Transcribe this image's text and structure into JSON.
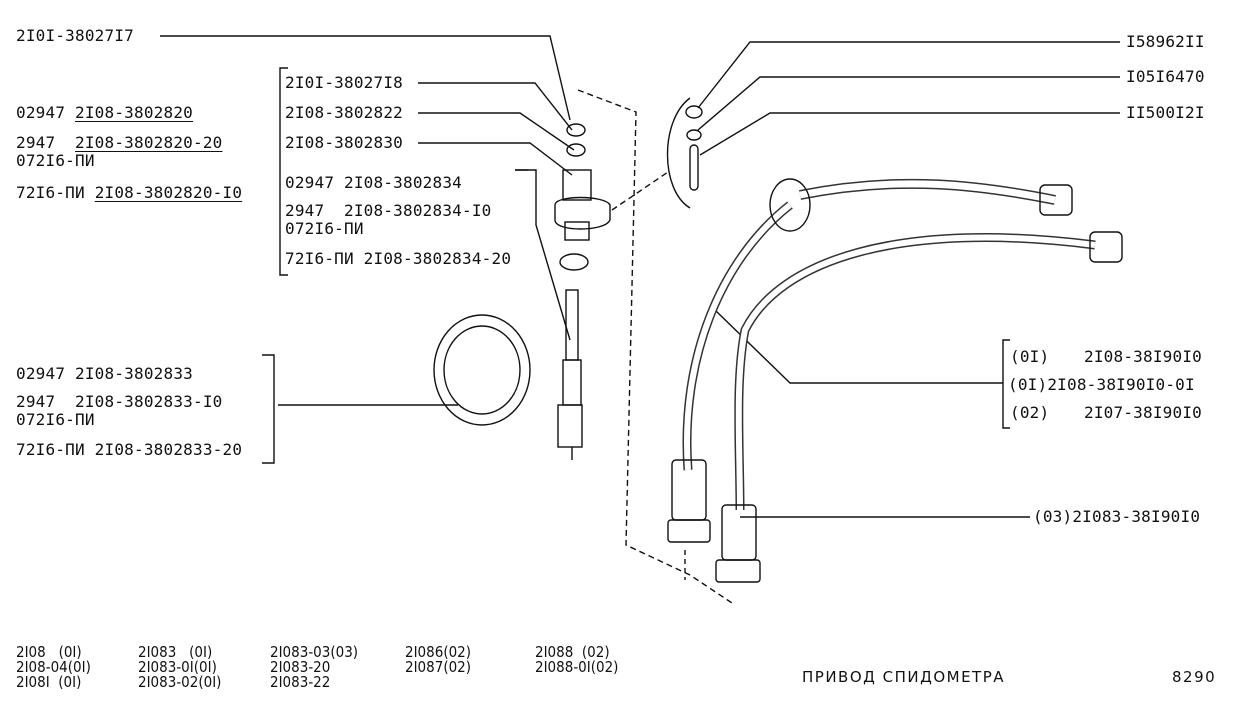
{
  "labels": {
    "l1": "2I0I-38027I7",
    "l2": "2I0I-38027I8",
    "l3": "2I08-3802822",
    "l4": "2I08-3802830",
    "l5a": "02947",
    "l5b": "2I08-3802820",
    "l6a": "2947",
    "l6b": "2I08-3802820-20",
    "l6c": "072I6-ПИ",
    "l7a": "72I6-ПИ",
    "l7b": "2I08-3802820-I0",
    "l8": "02947 2I08-3802834",
    "l9": "2947  2I08-3802834-I0",
    "l9b": "072I6-ПИ",
    "l10": "72I6-ПИ 2I08-3802834-20",
    "l11": "02947 2I08-3802833",
    "l12": "2947  2I08-3802833-I0",
    "l12b": "072I6-ПИ",
    "l13": "72I6-ПИ 2I08-3802833-20",
    "r1": "I58962II",
    "r2": "I05I6470",
    "r3": "II500I2I",
    "r4a": "(0I)",
    "r4b": "2I08-38I90I0",
    "r5": "(0I)2I08-38I90I0-0I",
    "r6a": "(02)",
    "r6b": "2I07-38I90I0",
    "r7": "(03)2I083-38I90I0"
  },
  "footer": {
    "c1": "2I08   (0I)\n2I08-04(0I)\n2I08I  (0I)",
    "c2": "2I083   (0I)\n2I083-0I(0I)\n2I083-02(0I)",
    "c3": "2I083-03(03)\n2I083-20\n2I083-22",
    "c4": "2I086(02)\n2I087(02)",
    "c5": "2I088  (02)\n2I088-0I(02)",
    "title": "ПРИВОД СПИДОМЕТРА",
    "page": "8290"
  }
}
